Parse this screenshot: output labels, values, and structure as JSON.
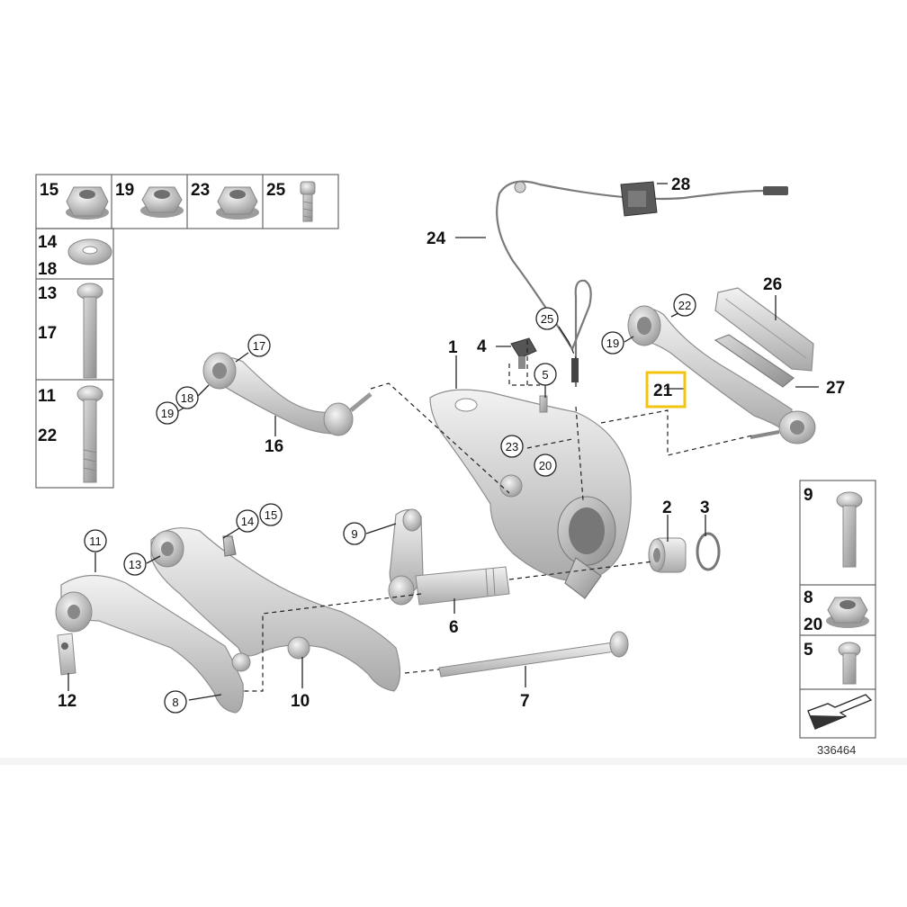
{
  "diagram": {
    "reference_number": "336464",
    "highlight_color": "#f2c40f",
    "highlighted_label": "21",
    "callouts": [
      {
        "id": "1",
        "label": "1"
      },
      {
        "id": "2",
        "label": "2"
      },
      {
        "id": "3",
        "label": "3"
      },
      {
        "id": "4",
        "label": "4"
      },
      {
        "id": "5",
        "label": "5"
      },
      {
        "id": "6",
        "label": "6"
      },
      {
        "id": "7",
        "label": "7"
      },
      {
        "id": "10",
        "label": "10"
      },
      {
        "id": "12",
        "label": "12"
      },
      {
        "id": "16",
        "label": "16"
      },
      {
        "id": "21",
        "label": "21"
      },
      {
        "id": "24",
        "label": "24"
      },
      {
        "id": "26",
        "label": "26"
      },
      {
        "id": "27",
        "label": "27"
      },
      {
        "id": "28",
        "label": "28"
      }
    ],
    "circled": [
      {
        "id": "c8",
        "label": "8"
      },
      {
        "id": "c9",
        "label": "9"
      },
      {
        "id": "c11",
        "label": "11"
      },
      {
        "id": "c13",
        "label": "13"
      },
      {
        "id": "c14",
        "label": "14"
      },
      {
        "id": "c15",
        "label": "15"
      },
      {
        "id": "c17",
        "label": "17"
      },
      {
        "id": "c18",
        "label": "18"
      },
      {
        "id": "c19a",
        "label": "19"
      },
      {
        "id": "c19b",
        "label": "19"
      },
      {
        "id": "c20",
        "label": "20"
      },
      {
        "id": "c22",
        "label": "22"
      },
      {
        "id": "c23",
        "label": "23"
      },
      {
        "id": "c25",
        "label": "25"
      }
    ],
    "legend_left": [
      {
        "id": "l15",
        "label": "15"
      },
      {
        "id": "l19",
        "label": "19"
      },
      {
        "id": "l23",
        "label": "23"
      },
      {
        "id": "l25",
        "label": "25"
      },
      {
        "id": "l14",
        "label": "14"
      },
      {
        "id": "l18",
        "label": "18"
      },
      {
        "id": "l13",
        "label": "13"
      },
      {
        "id": "l17",
        "label": "17"
      },
      {
        "id": "l11",
        "label": "11"
      },
      {
        "id": "l22",
        "label": "22"
      }
    ],
    "legend_right": [
      {
        "id": "r9",
        "label": "9"
      },
      {
        "id": "r8",
        "label": "8"
      },
      {
        "id": "r20",
        "label": "20"
      },
      {
        "id": "r5",
        "label": "5"
      }
    ]
  }
}
